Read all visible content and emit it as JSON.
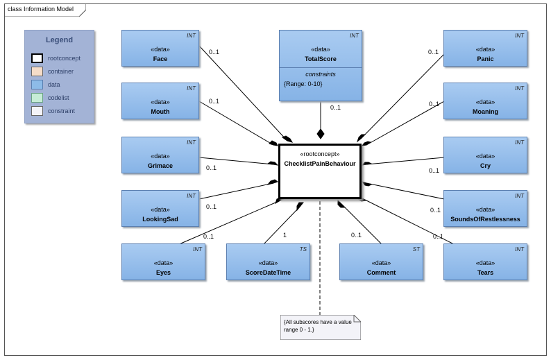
{
  "frame": {
    "title": "class Information Model"
  },
  "legend": {
    "title": "Legend",
    "items": [
      {
        "label": "rootconcept",
        "color": "#ffffff",
        "border": "#000000"
      },
      {
        "label": "container",
        "color": "#f5dcc8",
        "border": "#888888"
      },
      {
        "label": "data",
        "color": "#8dbbe8",
        "border": "#5b7fb0"
      },
      {
        "label": "codelist",
        "color": "#c6ecd6",
        "border": "#6aa383"
      },
      {
        "label": "constraint",
        "color": "#f3f3f8",
        "border": "#888888"
      }
    ]
  },
  "root": {
    "stereotype": "«rootconcept»",
    "name": "ChecklistPainBehaviour"
  },
  "classes": {
    "face": {
      "stereotype": "«data»",
      "name": "Face",
      "type": "INT",
      "multiplicity": "0..1"
    },
    "mouth": {
      "stereotype": "«data»",
      "name": "Mouth",
      "type": "INT",
      "multiplicity": "0..1"
    },
    "grimace": {
      "stereotype": "«data»",
      "name": "Grimace",
      "type": "INT",
      "multiplicity": "0..1"
    },
    "lookingsad": {
      "stereotype": "«data»",
      "name": "LookingSad",
      "type": "INT",
      "multiplicity": "0..1"
    },
    "eyes": {
      "stereotype": "«data»",
      "name": "Eyes",
      "type": "INT",
      "multiplicity": "0..1"
    },
    "scoredatetime": {
      "stereotype": "«data»",
      "name": "ScoreDateTime",
      "type": "TS",
      "multiplicity": "1"
    },
    "comment": {
      "stereotype": "«data»",
      "name": "Comment",
      "type": "ST",
      "multiplicity": "0..1"
    },
    "tears": {
      "stereotype": "«data»",
      "name": "Tears",
      "type": "INT",
      "multiplicity": "0..1"
    },
    "soundsofrestlessness": {
      "stereotype": "«data»",
      "name": "SoundsOfRestlessness",
      "type": "INT",
      "multiplicity": "0..1"
    },
    "cry": {
      "stereotype": "«data»",
      "name": "Cry",
      "type": "INT",
      "multiplicity": "0..1"
    },
    "moaning": {
      "stereotype": "«data»",
      "name": "Moaning",
      "type": "INT",
      "multiplicity": "0..1"
    },
    "panic": {
      "stereotype": "«data»",
      "name": "Panic",
      "type": "INT",
      "multiplicity": "0..1"
    },
    "totalscore": {
      "stereotype": "«data»",
      "name": "TotalScore",
      "type": "INT",
      "multiplicity": "0..1",
      "constraints_title": "constraints",
      "constraint": "{Range: 0-10}"
    }
  },
  "note": {
    "text": "{All subscores have a value range 0 - 1.}"
  }
}
